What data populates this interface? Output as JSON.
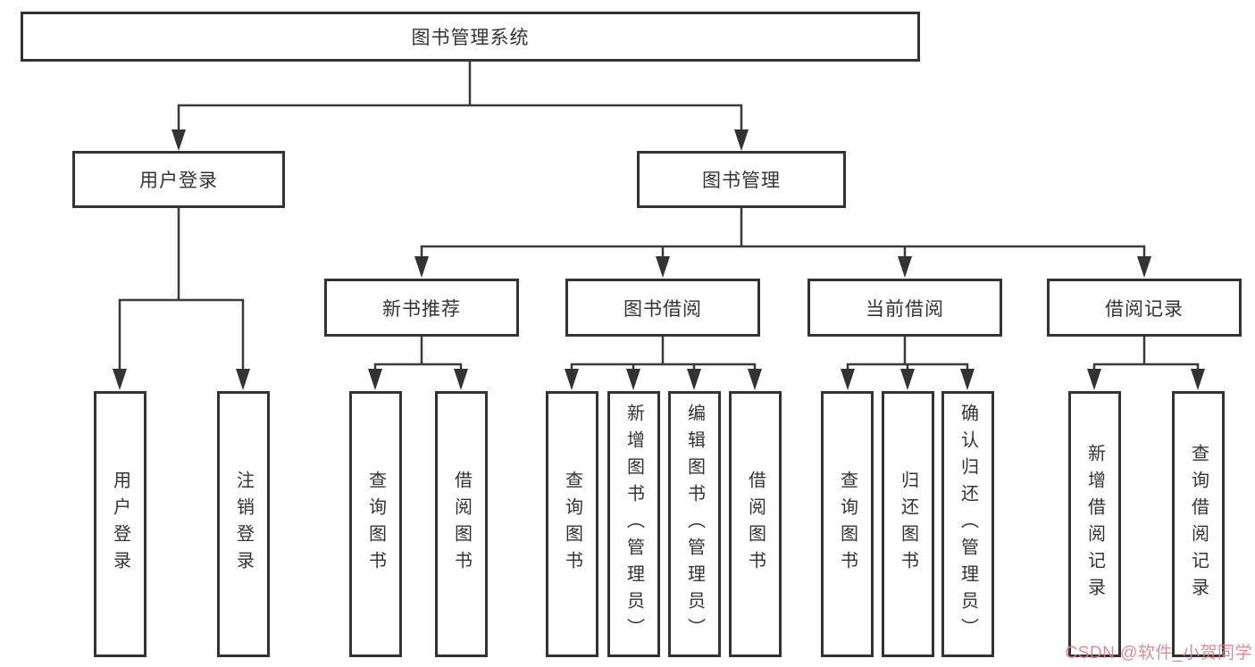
{
  "diagram": {
    "root": {
      "label": "图书管理系统"
    },
    "branches": [
      {
        "label": "用户登录",
        "children": [
          "用户登录",
          "注销登录"
        ]
      },
      {
        "label": "图书管理",
        "sections": [
          {
            "label": "新书推荐",
            "children": [
              "查询图书",
              "借阅图书"
            ]
          },
          {
            "label": "图书借阅",
            "children": [
              "查询图书",
              "新增图书（管理员）",
              "编辑图书（管理员）",
              "借阅图书"
            ]
          },
          {
            "label": "当前借阅",
            "children": [
              "查询图书",
              "归还图书",
              "确认归还（管理员）"
            ]
          },
          {
            "label": "借阅记录",
            "children": [
              "新增借阅记录",
              "查询借阅记录"
            ]
          }
        ]
      }
    ]
  },
  "watermark": {
    "label": "CSDN @软件_小贺同学",
    "color": "#e0818c"
  },
  "colors": {
    "line": "#3a3a3a",
    "box_border": "#333333",
    "text": "#333333",
    "background": "#ffffff"
  }
}
